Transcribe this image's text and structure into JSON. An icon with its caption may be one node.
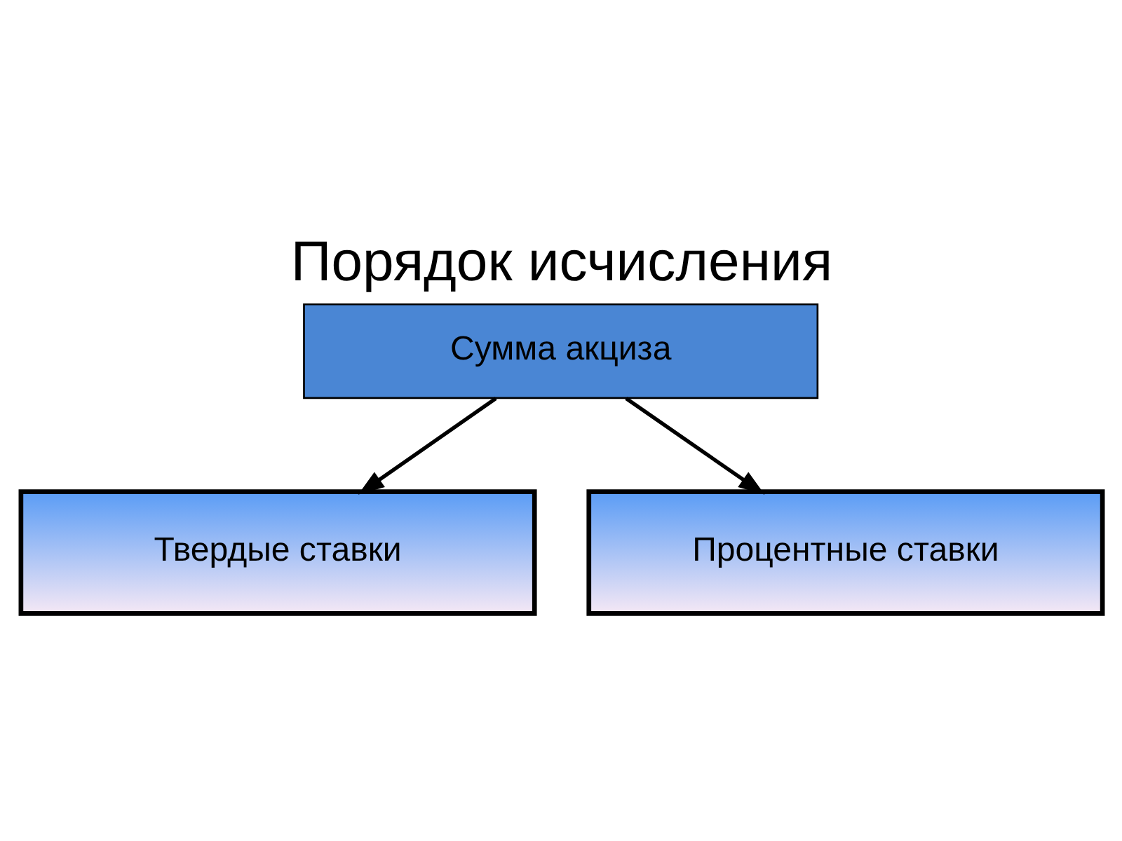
{
  "diagram": {
    "title": "Порядок исчисления",
    "nodes": [
      {
        "text": [
          "Сумма акциза"
        ]
      },
      {
        "text": [
          "Твердые ставки"
        ]
      },
      {
        "text": [
          "Процентные ставки"
        ]
      }
    ],
    "edges": [
      {
        "from": 0,
        "to": 1,
        "arrow": "to"
      },
      {
        "from": 0,
        "to": 2,
        "arrow": "to"
      }
    ]
  }
}
